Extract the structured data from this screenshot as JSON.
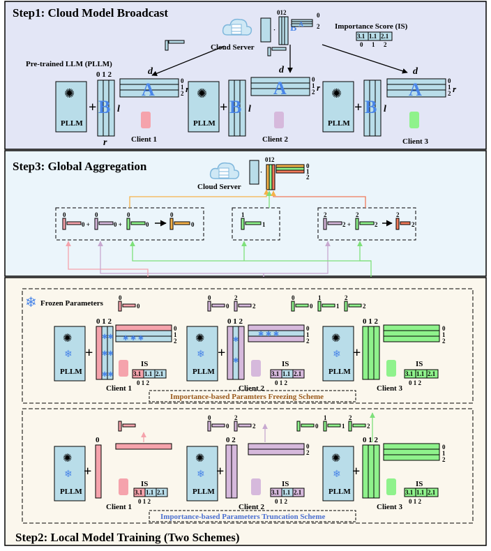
{
  "step1": {
    "title": "Step1: Cloud Model Broadcast",
    "cloud_server": "Cloud Server",
    "importance_score": "Importance Score (IS)",
    "pllm_caption": "Pre-trained LLM (PLLM)",
    "is_values": [
      "3.1",
      "1.1",
      "2.1"
    ],
    "is_idx": [
      "0",
      "1",
      "2"
    ],
    "rank_idx": "0 1 2",
    "d": "d",
    "l": "l",
    "r": "r",
    "a": "A",
    "b": "B",
    "pllm": "PLLM",
    "clients": [
      "Client 1",
      "Client 2",
      "Client 3"
    ]
  },
  "step3": {
    "title": "Step3: Global Aggregation",
    "cloud_server": "Cloud Server",
    "rank_idx": "012"
  },
  "step2": {
    "title": "Step2: Local Model Training (Two Schemes)",
    "frozen": "Frozen Parameters",
    "freeze_scheme": "Importance-based Paramters Freezing Scheme",
    "trunc_scheme": "Importance-based  Parameters Truncation Scheme",
    "is_label": "IS",
    "pllm": "PLLM",
    "clients": [
      "Client 1",
      "Client 2",
      "Client 3"
    ],
    "trunc_idx": [
      "0",
      "0 2",
      "0 1 2"
    ]
  },
  "colors": {
    "step1_bg": "#e3e6f6",
    "step3_bg": "#ebf5fb",
    "step2_bg": "#fbf7ed",
    "matrix": "#b9dde9",
    "client1": "#f5a3ac",
    "client2": "#d6b9dc",
    "client3": "#8ff28c",
    "orange": "#f5b24a",
    "freeze_text": "#9a5a1c",
    "trunc_text": "#4a6fd0"
  }
}
